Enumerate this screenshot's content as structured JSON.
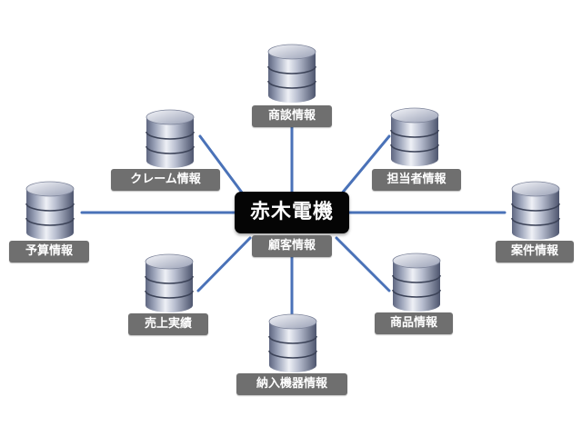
{
  "diagram": {
    "hub_label": "赤木電機",
    "hub_sublabel": "顧客情報",
    "databases": [
      {
        "id": "shodan",
        "label": "商談情報"
      },
      {
        "id": "tantosha",
        "label": "担当者情報"
      },
      {
        "id": "anken",
        "label": "案件情報"
      },
      {
        "id": "shohin",
        "label": "商品情報"
      },
      {
        "id": "nonyu",
        "label": "納入機器情報"
      },
      {
        "id": "uriage",
        "label": "売上実績"
      },
      {
        "id": "yosan",
        "label": "予算情報"
      },
      {
        "id": "claim",
        "label": "クレーム情報"
      }
    ]
  },
  "colors": {
    "connector": "#4a72b8",
    "tag_bg": "#6f6f6f",
    "hub_bg": "#050505"
  },
  "icon": "database-cylinder-icon"
}
